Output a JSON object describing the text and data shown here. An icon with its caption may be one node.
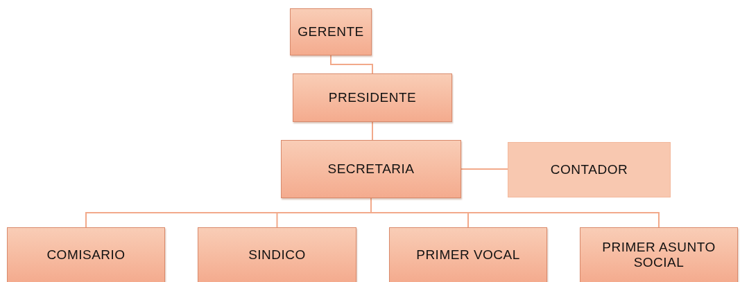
{
  "diagram": {
    "nodes": [
      {
        "text": [
          "GERENTE"
        ]
      },
      {
        "text": [
          "PRESIDENTE"
        ]
      },
      {
        "text": [
          "SECRETARIA"
        ]
      },
      {
        "text": [
          "CONTADOR"
        ]
      },
      {
        "text": [
          "COMISARIO"
        ]
      },
      {
        "text": [
          "SINDICO"
        ]
      },
      {
        "text": [
          "PRIMER VOCAL"
        ]
      },
      {
        "text": [
          "PRIMER ASUNTO SOCIAL"
        ]
      }
    ],
    "edges": [
      {
        "from": 0,
        "to": 1,
        "arrow": "none"
      },
      {
        "from": 1,
        "to": 2,
        "arrow": "none"
      },
      {
        "from": 2,
        "to": 3,
        "arrow": "none"
      },
      {
        "from": 2,
        "to": 4,
        "arrow": "none"
      },
      {
        "from": 2,
        "to": 5,
        "arrow": "none"
      },
      {
        "from": 2,
        "to": 6,
        "arrow": "none"
      },
      {
        "from": 2,
        "to": 7,
        "arrow": "none"
      }
    ]
  }
}
